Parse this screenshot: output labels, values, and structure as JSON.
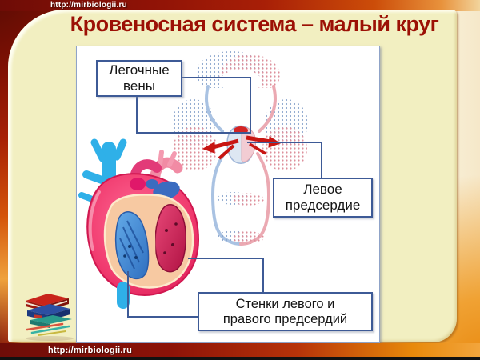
{
  "slide": {
    "title": "Кровеносная система – малый круг",
    "title_color": "#9c1005",
    "panel_color": "#f2efc1",
    "frame_colors": {
      "dark_red": "#7c1004",
      "orange": "#e8890b",
      "black_strip": "#111111"
    }
  },
  "header": {
    "url": "http://mirbiologii.ru"
  },
  "footer": {
    "url": "http://mirbiologii.ru"
  },
  "diagram": {
    "connector_color": "#3d5a96",
    "box_background": "#ffffff",
    "label_boxes": [
      {
        "name": "pulmonary-veins",
        "line1": "Легочные",
        "line2": "вены"
      },
      {
        "name": "left-atrium",
        "line1": "Левое",
        "line2": "предсердие"
      },
      {
        "name": "atria-walls",
        "line1": "Стенки левого и",
        "line2": "правого предсердий"
      }
    ],
    "illustrations": [
      {
        "icon": "pulmonary-circulation-scheme",
        "hint": "small circle of blood circulation with lung capillary beds"
      },
      {
        "icon": "heart-cross-section",
        "hint": "anatomical heart cutaway, blue right side, red left side"
      }
    ]
  },
  "icons": {
    "books": "books-stack-icon"
  }
}
